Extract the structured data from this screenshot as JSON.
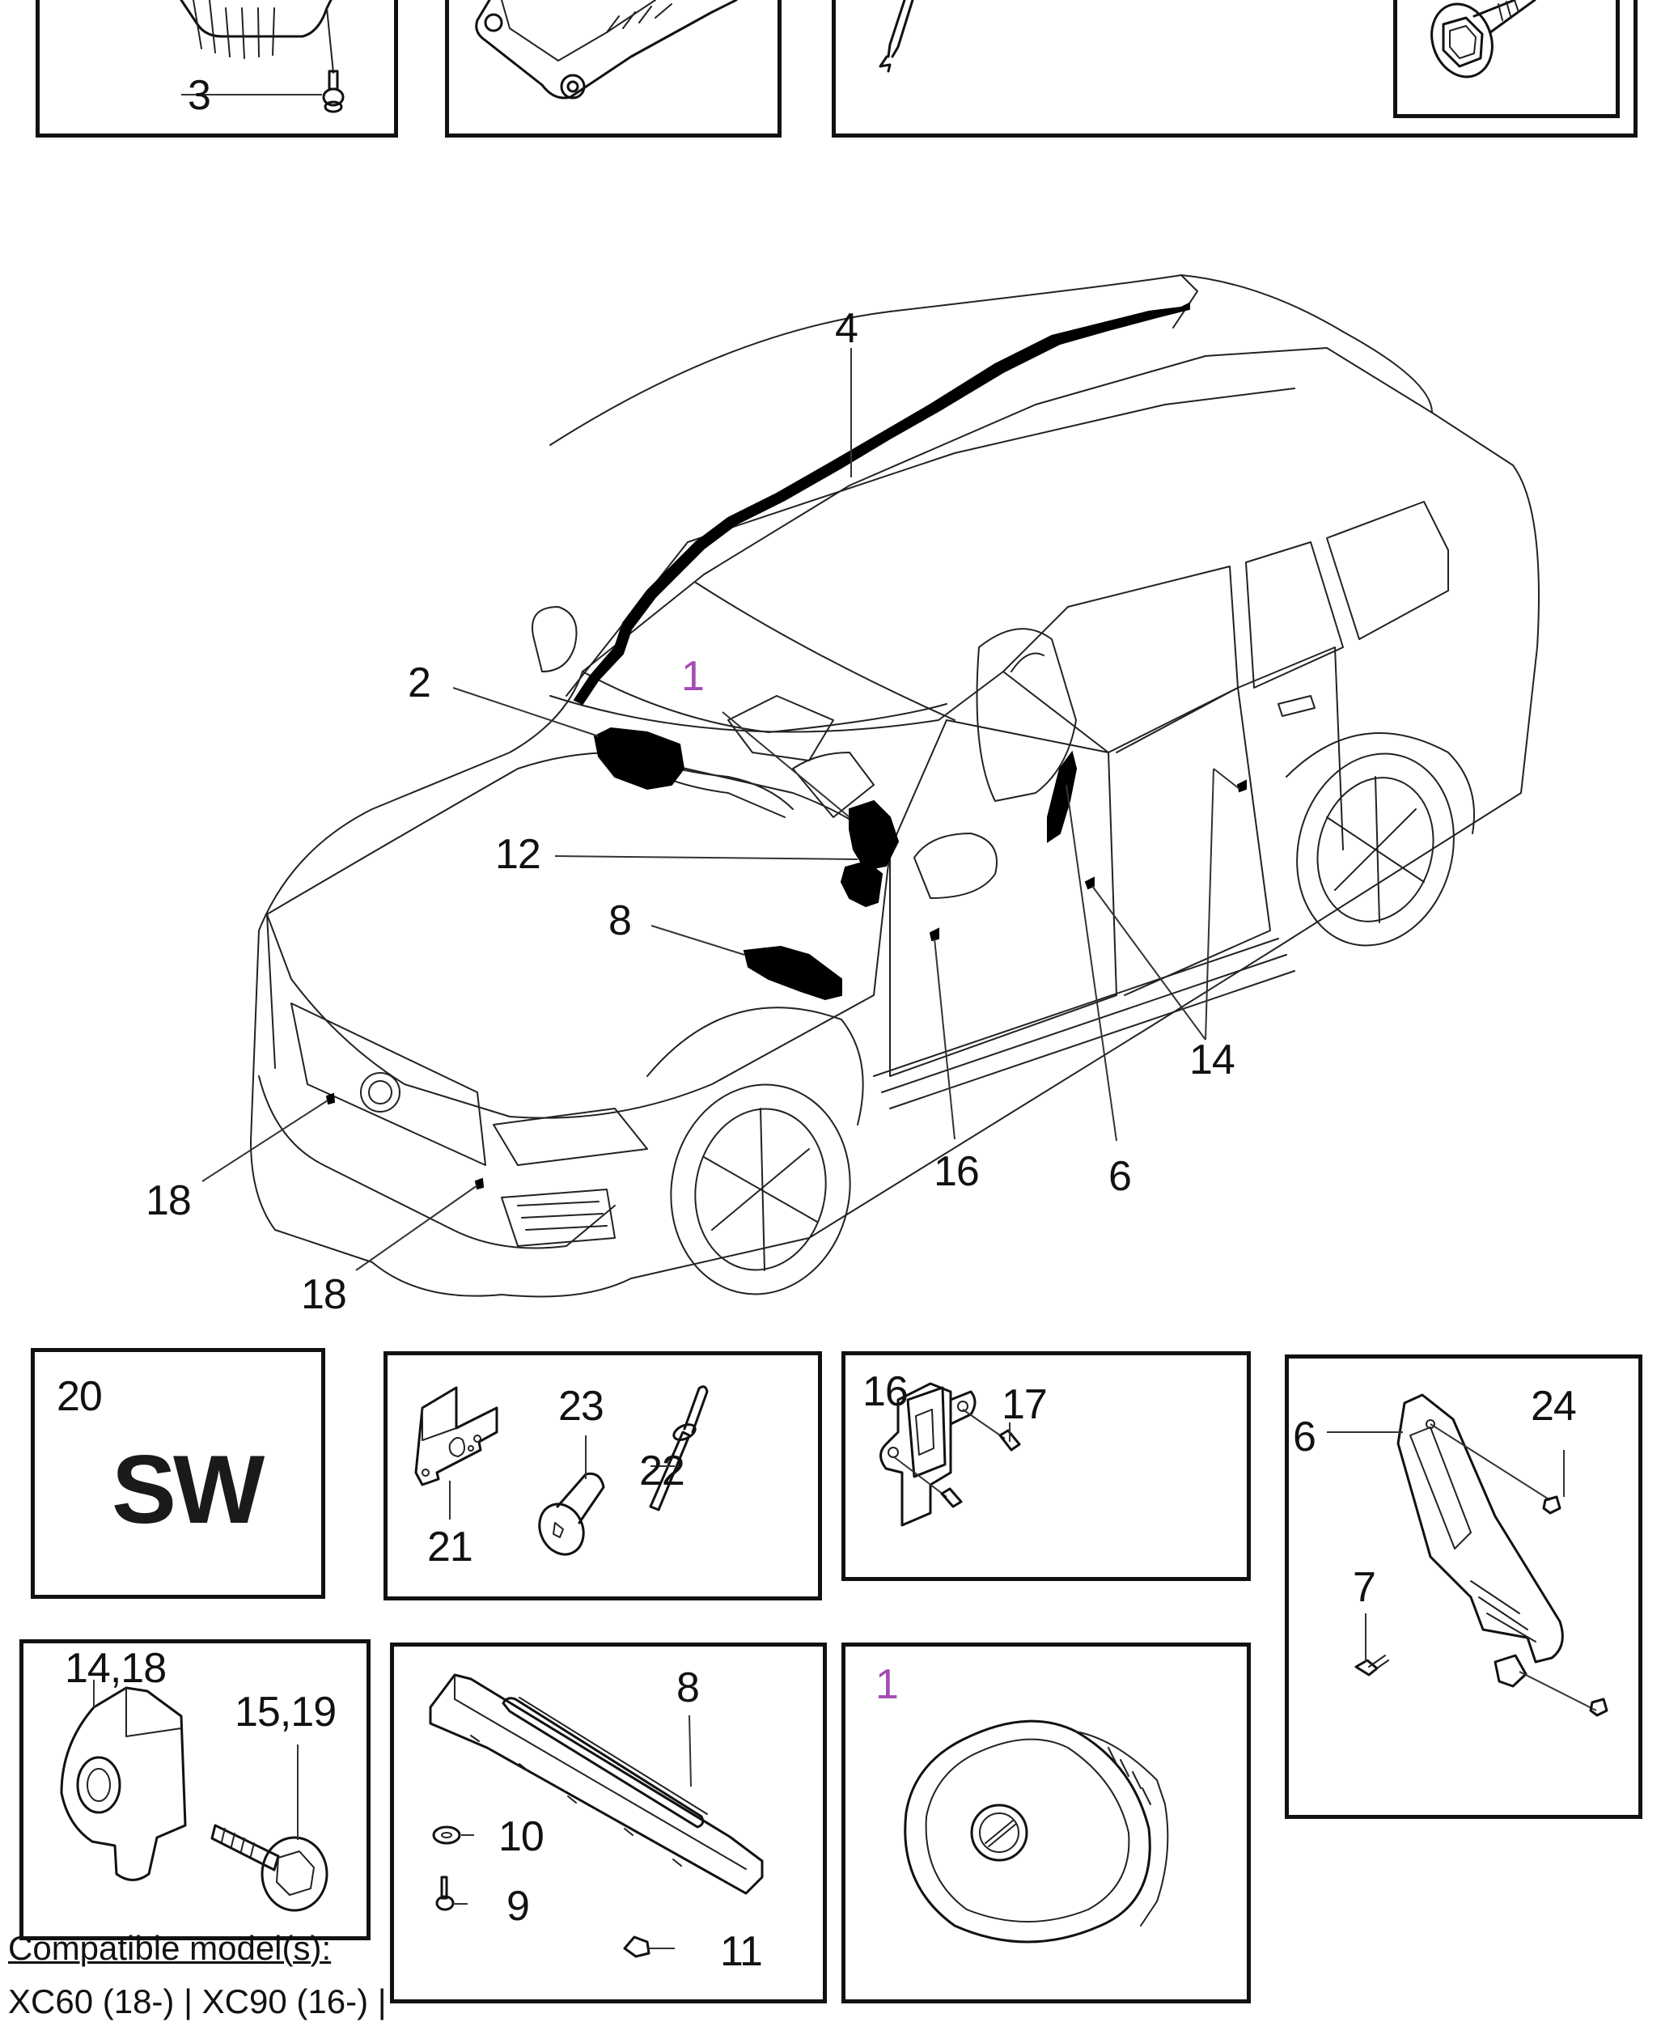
{
  "accent_color": "#a54ab5",
  "top_panels": {
    "panel_a_callouts": [
      "3"
    ]
  },
  "car_view": {
    "callouts": {
      "c1": "1",
      "c2": "2",
      "c4": "4",
      "c6": "6",
      "c8": "8",
      "c12": "12",
      "c14": "14",
      "c16": "16",
      "c18a": "18",
      "c18b": "18"
    }
  },
  "panels": {
    "software": {
      "number": "20",
      "label": "SW"
    },
    "bracket": {
      "c21": "21",
      "c22": "22",
      "c23": "23"
    },
    "sensor": {
      "c16": "16",
      "c17": "17"
    },
    "side_airbag": {
      "c6": "6",
      "c7": "7",
      "c24": "24"
    },
    "impact_sensor": {
      "c14_18": "14,18",
      "c15_19": "15,19"
    },
    "knee_airbag": {
      "c8": "8",
      "c9": "9",
      "c10": "10",
      "c11": "11"
    },
    "steering_airbag": {
      "c1": "1"
    }
  },
  "footer": {
    "title": "Compatible model(s):",
    "models": "XC60 (18-) | XC90 (16-) |"
  }
}
